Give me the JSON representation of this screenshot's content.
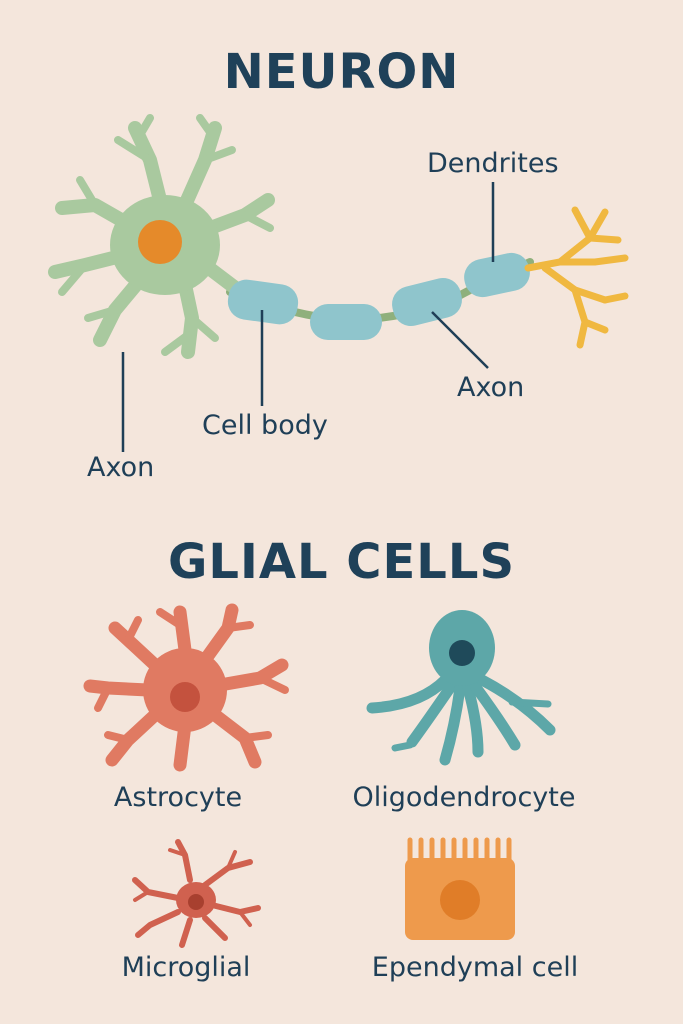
{
  "neuron": {
    "title": "NEURON",
    "labels": {
      "dendrites": "Dendrites",
      "axon_right": "Axon",
      "cell_body": "Cell body",
      "axon_left": "Axon"
    }
  },
  "glial": {
    "title": "GLIAL CELLS",
    "cells": {
      "astrocyte": "Astrocyte",
      "oligodendrocyte": "Oligodendrocyte",
      "microglial": "Microglial",
      "ependymal": "Ependymal cell"
    }
  },
  "colors": {
    "background": "#f4e6dc",
    "text": "#1f3f57",
    "neuron_body": "#a9c99f",
    "nucleus": "#e58a2a",
    "myelin": "#8fc5cc",
    "axon_terminal": "#f0b840",
    "astrocyte": "#e07a62",
    "oligodendrocyte": "#5da7a8",
    "microglial": "#d0614f",
    "ependymal": "#ee9a4c"
  }
}
